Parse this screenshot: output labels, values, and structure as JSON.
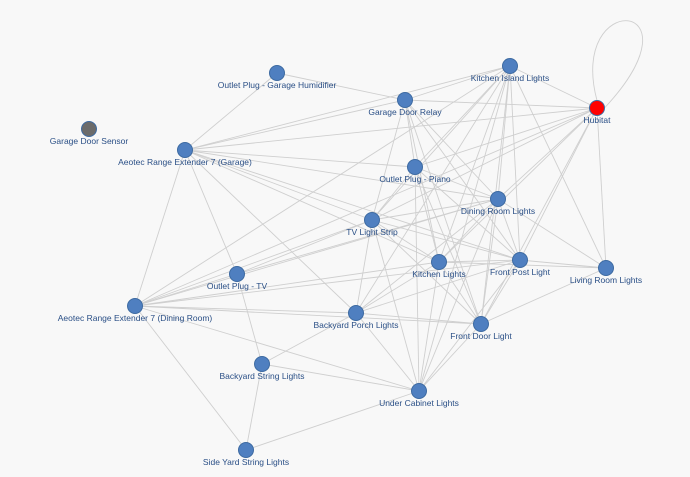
{
  "colors": {
    "node": "#4f7fc0",
    "hub": "#ff0000",
    "offline": "#6b6b6b",
    "edge": "#cfcfcf",
    "label": "#2a4f86",
    "background": "#f8f8f8"
  },
  "nodes": [
    {
      "id": "hubitat",
      "label": "Hubitat",
      "status": "hub"
    },
    {
      "id": "kitchen-island-lights",
      "label": "Kitchen Island Lights",
      "status": "online"
    },
    {
      "id": "outlet-plug-garage-humidifier",
      "label": "Outlet Plug - Garage Humidifier",
      "status": "online"
    },
    {
      "id": "garage-door-relay",
      "label": "Garage Door Relay",
      "status": "online"
    },
    {
      "id": "garage-door-sensor",
      "label": "Garage Door Sensor",
      "status": "offline"
    },
    {
      "id": "aeotec-range-extender-7-garage",
      "label": "Aeotec Range Extender 7 (Garage)",
      "status": "online"
    },
    {
      "id": "outlet-plug-piano",
      "label": "Outlet Plug - Piano",
      "status": "online"
    },
    {
      "id": "dining-room-lights",
      "label": "Dining Room Lights",
      "status": "online"
    },
    {
      "id": "tv-light-strip",
      "label": "TV Light Strip",
      "status": "online"
    },
    {
      "id": "kitchen-lights",
      "label": "Kitchen Lights",
      "status": "online"
    },
    {
      "id": "front-post-light",
      "label": "Front Post Light",
      "status": "online"
    },
    {
      "id": "living-room-lights",
      "label": "Living Room Lights",
      "status": "online"
    },
    {
      "id": "outlet-plug-tv",
      "label": "Outlet Plug - TV",
      "status": "online"
    },
    {
      "id": "aeotec-range-extender-7-dining-room",
      "label": "Aeotec Range Extender 7 (Dining Room)",
      "status": "online"
    },
    {
      "id": "backyard-porch-lights",
      "label": "Backyard Porch Lights",
      "status": "online"
    },
    {
      "id": "front-door-light",
      "label": "Front Door Light",
      "status": "online"
    },
    {
      "id": "backyard-string-lights",
      "label": "Backyard String Lights",
      "status": "online"
    },
    {
      "id": "under-cabinet-lights",
      "label": "Under Cabinet Lights",
      "status": "online"
    },
    {
      "id": "side-yard-string-lights",
      "label": "Side Yard String Lights",
      "status": "online"
    }
  ],
  "edges": [
    [
      "hubitat",
      "hubitat"
    ],
    [
      "hubitat",
      "kitchen-island-lights"
    ],
    [
      "hubitat",
      "garage-door-relay"
    ],
    [
      "hubitat",
      "aeotec-range-extender-7-garage"
    ],
    [
      "hubitat",
      "outlet-plug-piano"
    ],
    [
      "hubitat",
      "dining-room-lights"
    ],
    [
      "hubitat",
      "tv-light-strip"
    ],
    [
      "hubitat",
      "kitchen-lights"
    ],
    [
      "hubitat",
      "front-post-light"
    ],
    [
      "hubitat",
      "living-room-lights"
    ],
    [
      "hubitat",
      "front-door-light"
    ],
    [
      "hubitat",
      "aeotec-range-extender-7-dining-room"
    ],
    [
      "kitchen-island-lights",
      "garage-door-relay"
    ],
    [
      "kitchen-island-lights",
      "aeotec-range-extender-7-garage"
    ],
    [
      "kitchen-island-lights",
      "outlet-plug-piano"
    ],
    [
      "kitchen-island-lights",
      "dining-room-lights"
    ],
    [
      "kitchen-island-lights",
      "tv-light-strip"
    ],
    [
      "kitchen-island-lights",
      "kitchen-lights"
    ],
    [
      "kitchen-island-lights",
      "front-post-light"
    ],
    [
      "kitchen-island-lights",
      "front-door-light"
    ],
    [
      "kitchen-island-lights",
      "living-room-lights"
    ],
    [
      "kitchen-island-lights",
      "backyard-porch-lights"
    ],
    [
      "kitchen-island-lights",
      "under-cabinet-lights"
    ],
    [
      "kitchen-island-lights",
      "aeotec-range-extender-7-dining-room"
    ],
    [
      "outlet-plug-garage-humidifier",
      "garage-door-relay"
    ],
    [
      "outlet-plug-garage-humidifier",
      "aeotec-range-extender-7-garage"
    ],
    [
      "garage-door-relay",
      "aeotec-range-extender-7-garage"
    ],
    [
      "garage-door-relay",
      "outlet-plug-piano"
    ],
    [
      "garage-door-relay",
      "dining-room-lights"
    ],
    [
      "garage-door-relay",
      "tv-light-strip"
    ],
    [
      "garage-door-relay",
      "kitchen-lights"
    ],
    [
      "garage-door-relay",
      "front-post-light"
    ],
    [
      "garage-door-relay",
      "front-door-light"
    ],
    [
      "aeotec-range-extender-7-garage",
      "outlet-plug-piano"
    ],
    [
      "aeotec-range-extender-7-garage",
      "dining-room-lights"
    ],
    [
      "aeotec-range-extender-7-garage",
      "tv-light-strip"
    ],
    [
      "aeotec-range-extender-7-garage",
      "kitchen-lights"
    ],
    [
      "aeotec-range-extender-7-garage",
      "front-post-light"
    ],
    [
      "aeotec-range-extender-7-garage",
      "outlet-plug-tv"
    ],
    [
      "aeotec-range-extender-7-garage",
      "aeotec-range-extender-7-dining-room"
    ],
    [
      "aeotec-range-extender-7-garage",
      "backyard-porch-lights"
    ],
    [
      "outlet-plug-piano",
      "dining-room-lights"
    ],
    [
      "outlet-plug-piano",
      "tv-light-strip"
    ],
    [
      "outlet-plug-piano",
      "kitchen-lights"
    ],
    [
      "outlet-plug-piano",
      "front-post-light"
    ],
    [
      "outlet-plug-piano",
      "front-door-light"
    ],
    [
      "outlet-plug-piano",
      "under-cabinet-lights"
    ],
    [
      "dining-room-lights",
      "tv-light-strip"
    ],
    [
      "dining-room-lights",
      "kitchen-lights"
    ],
    [
      "dining-room-lights",
      "front-post-light"
    ],
    [
      "dining-room-lights",
      "front-door-light"
    ],
    [
      "dining-room-lights",
      "backyard-porch-lights"
    ],
    [
      "dining-room-lights",
      "under-cabinet-lights"
    ],
    [
      "dining-room-lights",
      "aeotec-range-extender-7-dining-room"
    ],
    [
      "dining-room-lights",
      "outlet-plug-tv"
    ],
    [
      "dining-room-lights",
      "living-room-lights"
    ],
    [
      "tv-light-strip",
      "kitchen-lights"
    ],
    [
      "tv-light-strip",
      "front-post-light"
    ],
    [
      "tv-light-strip",
      "outlet-plug-tv"
    ],
    [
      "tv-light-strip",
      "aeotec-range-extender-7-dining-room"
    ],
    [
      "tv-light-strip",
      "backyard-porch-lights"
    ],
    [
      "tv-light-strip",
      "front-door-light"
    ],
    [
      "tv-light-strip",
      "under-cabinet-lights"
    ],
    [
      "kitchen-lights",
      "front-post-light"
    ],
    [
      "kitchen-lights",
      "front-door-light"
    ],
    [
      "kitchen-lights",
      "backyard-porch-lights"
    ],
    [
      "kitchen-lights",
      "under-cabinet-lights"
    ],
    [
      "kitchen-lights",
      "aeotec-range-extender-7-dining-room"
    ],
    [
      "kitchen-lights",
      "living-room-lights"
    ],
    [
      "front-post-light",
      "front-door-light"
    ],
    [
      "front-post-light",
      "living-room-lights"
    ],
    [
      "front-post-light",
      "backyard-porch-lights"
    ],
    [
      "front-post-light",
      "under-cabinet-lights"
    ],
    [
      "front-post-light",
      "aeotec-range-extender-7-dining-room"
    ],
    [
      "living-room-lights",
      "front-door-light"
    ],
    [
      "outlet-plug-tv",
      "aeotec-range-extender-7-dining-room"
    ],
    [
      "outlet-plug-tv",
      "backyard-string-lights"
    ],
    [
      "aeotec-range-extender-7-dining-room",
      "backyard-porch-lights"
    ],
    [
      "aeotec-range-extender-7-dining-room",
      "front-door-light"
    ],
    [
      "aeotec-range-extender-7-dining-room",
      "under-cabinet-lights"
    ],
    [
      "aeotec-range-extender-7-dining-room",
      "side-yard-string-lights"
    ],
    [
      "backyard-porch-lights",
      "front-door-light"
    ],
    [
      "backyard-porch-lights",
      "under-cabinet-lights"
    ],
    [
      "backyard-porch-lights",
      "backyard-string-lights"
    ],
    [
      "front-door-light",
      "under-cabinet-lights"
    ],
    [
      "backyard-string-lights",
      "under-cabinet-lights"
    ],
    [
      "backyard-string-lights",
      "side-yard-string-lights"
    ],
    [
      "under-cabinet-lights",
      "side-yard-string-lights"
    ]
  ]
}
